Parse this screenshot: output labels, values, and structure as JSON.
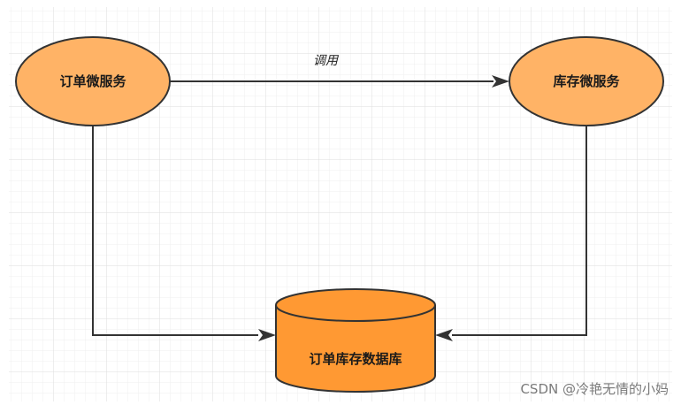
{
  "diagram": {
    "nodes": {
      "order_service": {
        "label": "订单微服务",
        "shape": "ellipse",
        "fill": "#FFB366"
      },
      "inventory_service": {
        "label": "库存微服务",
        "shape": "ellipse",
        "fill": "#FFB366"
      },
      "database": {
        "label": "订单库存数据库",
        "shape": "cylinder",
        "fill": "#FF9933"
      }
    },
    "edges": {
      "call": {
        "from": "order_service",
        "to": "inventory_service",
        "label": "调用"
      },
      "order_to_db": {
        "from": "order_service",
        "to": "database",
        "label": ""
      },
      "inventory_to_db": {
        "from": "inventory_service",
        "to": "database",
        "label": ""
      }
    },
    "colors": {
      "stroke": "#333333",
      "grid": "#E6E6E6",
      "ellipse_fill": "#FFB366",
      "cylinder_fill": "#FF9933"
    }
  },
  "watermark": "CSDN @冷艳无情的小妈"
}
